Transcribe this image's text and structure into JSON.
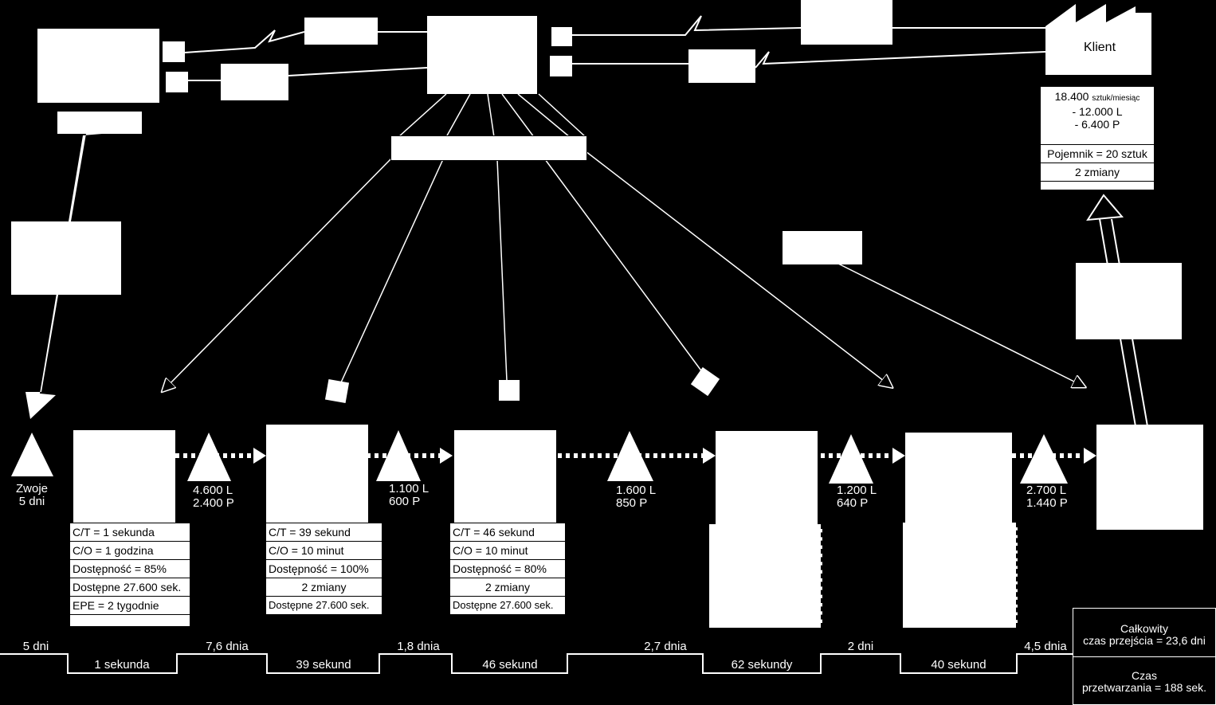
{
  "customer": {
    "name": "Klient",
    "demand": "18.400",
    "demand_unit": "sztuk/miesiąc",
    "demand_l": "- 12.000 L",
    "demand_p": "- 6.400 P",
    "container": "Pojemnik = 20 sztuk",
    "shifts": "2 zmiany"
  },
  "inventories": [
    {
      "line1": "Zwoje",
      "line2": "5 dni"
    },
    {
      "line1": "4.600 L",
      "line2": "2.400 P"
    },
    {
      "line1": "1.100 L",
      "line2": "600 P"
    },
    {
      "line1": "1.600 L",
      "line2": "850 P"
    },
    {
      "line1": "1.200 L",
      "line2": "640 P"
    },
    {
      "line1": "2.700 L",
      "line2": "1.440 P"
    }
  ],
  "data_boxes": {
    "p1": [
      "C/T = 1 sekunda",
      "C/O = 1 godzina",
      "Dostępność = 85%",
      "Dostępne 27.600 sek.",
      "EPE = 2 tygodnie"
    ],
    "p2": [
      "C/T = 39 sekund",
      "C/O = 10 minut",
      "Dostępność = 100%",
      "2 zmiany",
      "Dostępne 27.600 sek."
    ],
    "p3": [
      "C/T = 46 sekund",
      "C/O = 10 minut",
      "Dostępność = 80%",
      "2 zmiany",
      "Dostępne 27.600 sek."
    ]
  },
  "timeline": {
    "wait": [
      "5 dni",
      "7,6 dnia",
      "1,8 dnia",
      "2,7 dnia",
      "2 dni",
      "4,5 dnia"
    ],
    "process": [
      "1 sekunda",
      "39 sekund",
      "46 sekund",
      "62 sekundy",
      "40 sekund"
    ]
  },
  "summary": {
    "lead_label": "Całkowity",
    "lead_value": "czas przejścia = 23,6 dni",
    "proc_label": "Czas",
    "proc_value": "przetwarzania = 188 sek."
  }
}
